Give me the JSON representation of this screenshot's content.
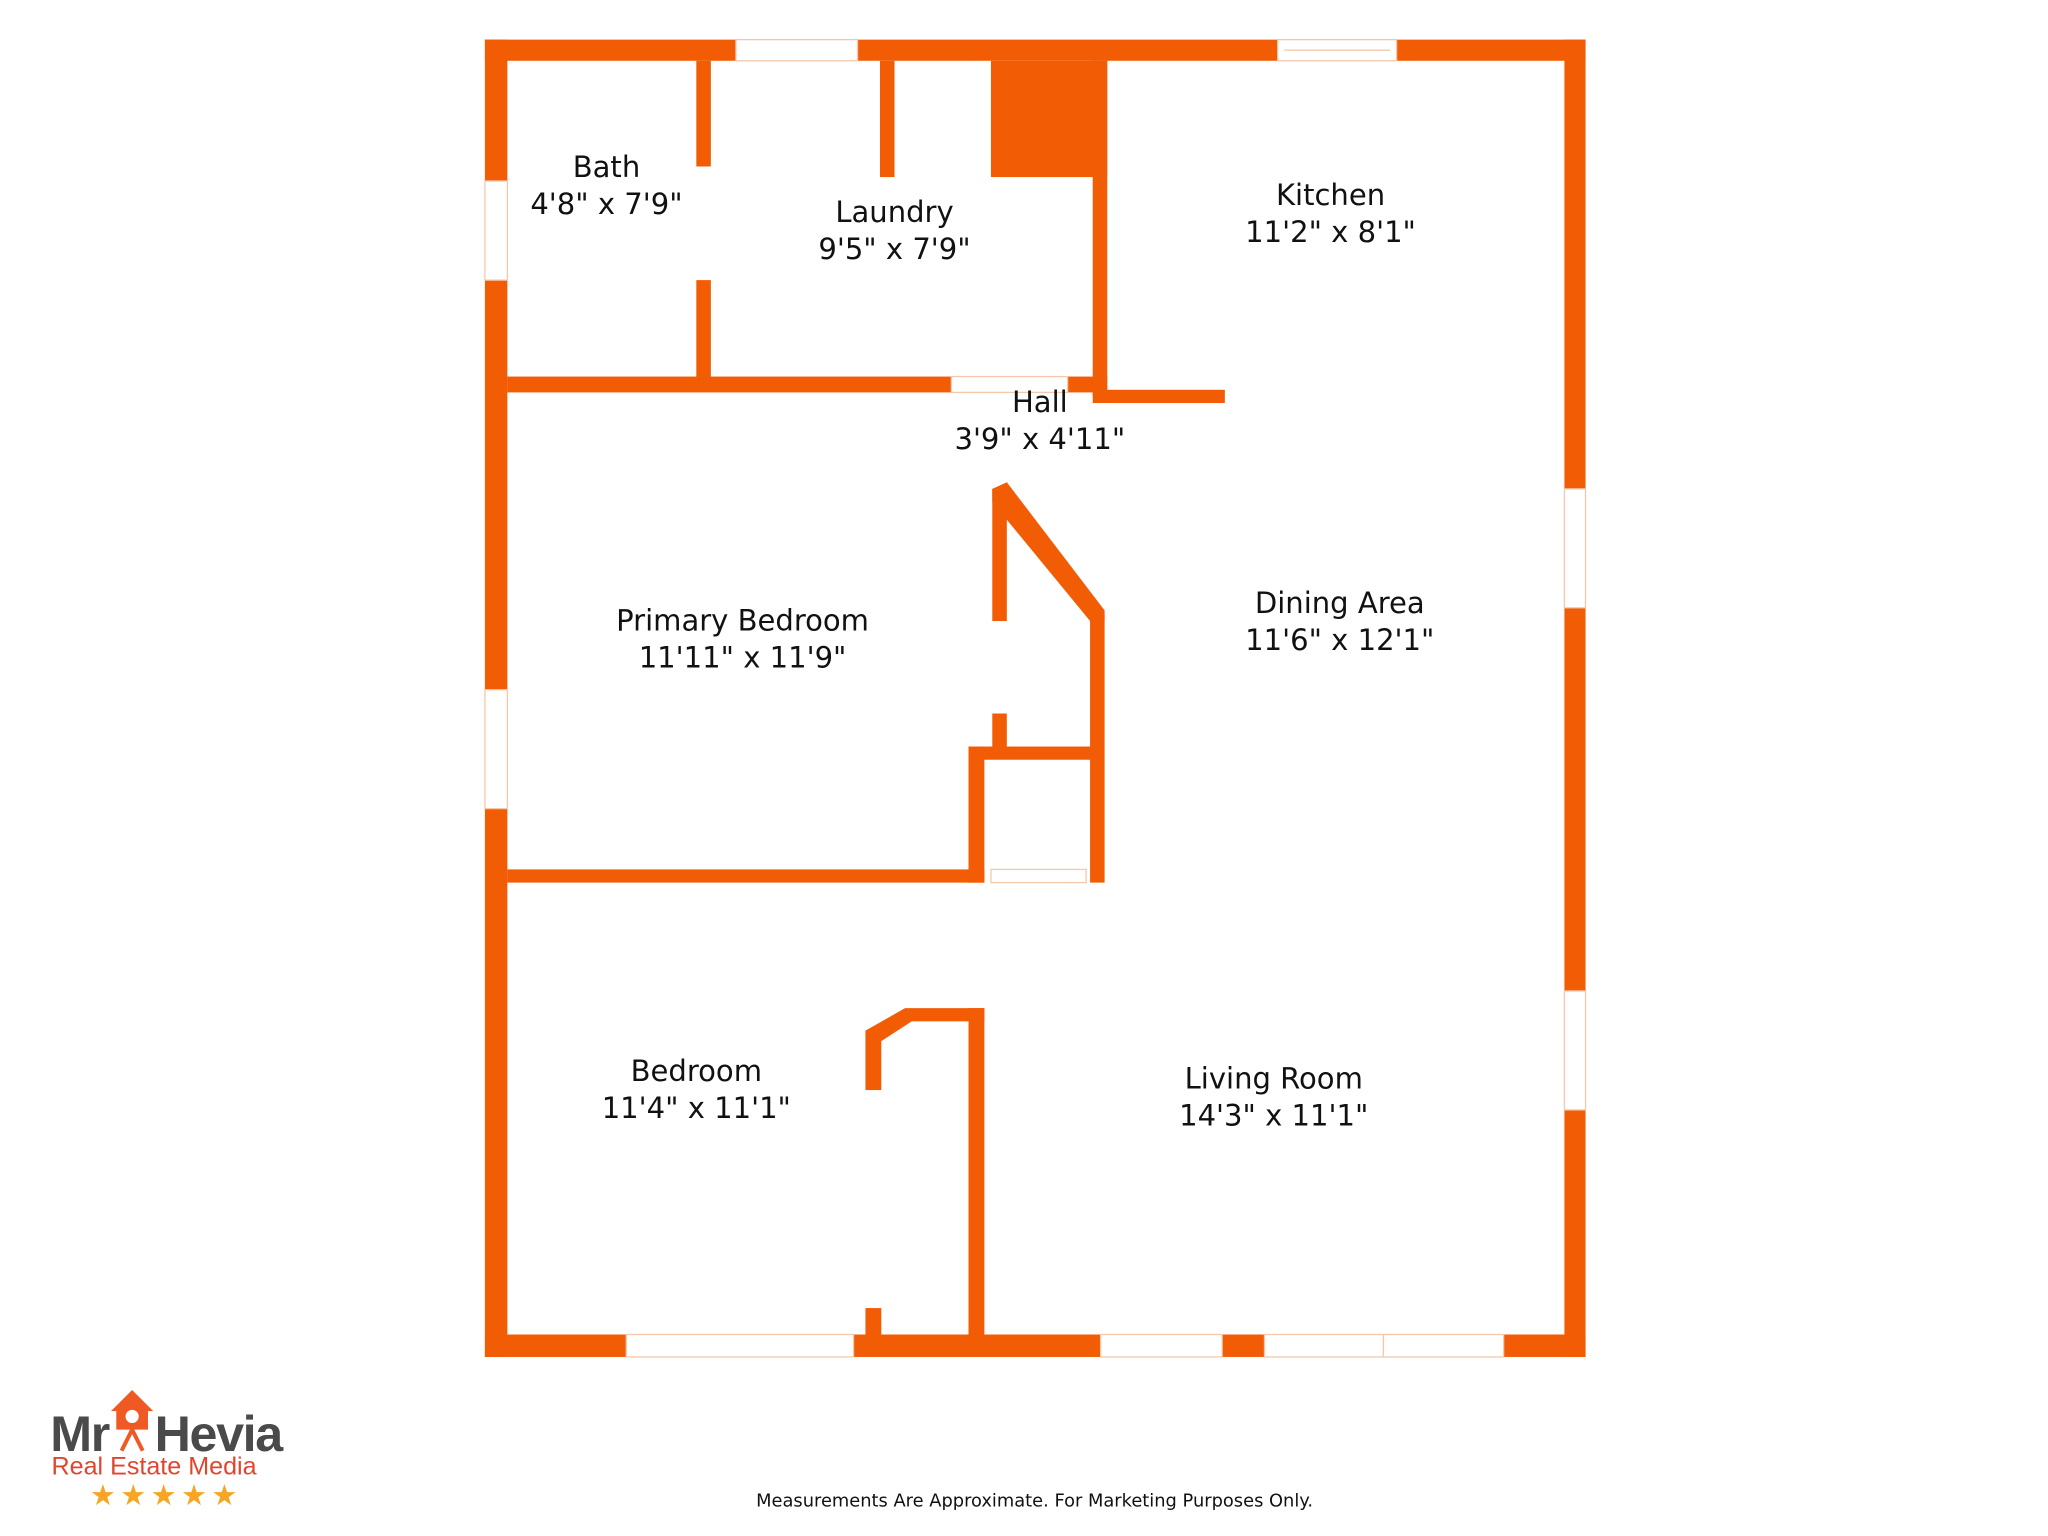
{
  "rooms": [
    {
      "name": "Bath",
      "size": "4'8\" x 7'9\""
    },
    {
      "name": "Laundry",
      "size": "9'5\" x 7'9\""
    },
    {
      "name": "Kitchen",
      "size": "11'2\" x 8'1\""
    },
    {
      "name": "Hall",
      "size": "3'9\" x 4'11\""
    },
    {
      "name": "Primary Bedroom",
      "size": "11'11\" x 11'9\""
    },
    {
      "name": "Dining Area",
      "size": "11'6\" x 12'1\""
    },
    {
      "name": "Bedroom",
      "size": "11'4\" x 11'1\""
    },
    {
      "name": "Living Room",
      "size": "14'3\" x 11'1\""
    }
  ],
  "footer": "Measurements Are Approximate. For Marketing Purposes Only.",
  "logo": {
    "brand_left": "Mr",
    "brand_right": "Hevia",
    "tagline": "Real Estate Media",
    "stars": 5
  },
  "colors": {
    "wall": "#f25c05",
    "logo_gray": "#4a4a4a",
    "logo_red": "#e2452e",
    "star": "#f6a623"
  }
}
